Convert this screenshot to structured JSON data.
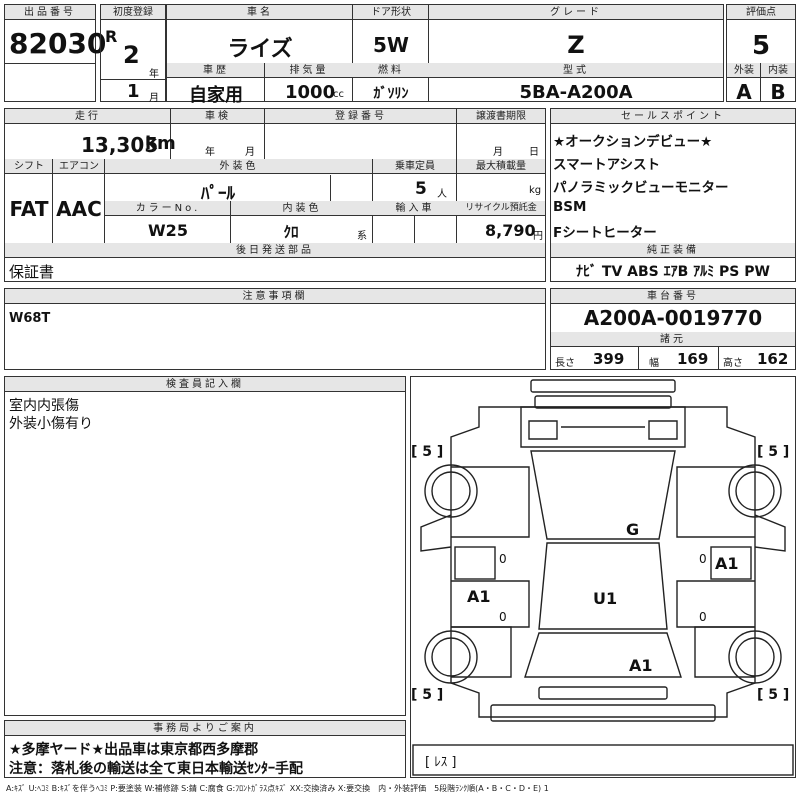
{
  "lot": {
    "label": "出品番号",
    "value": "82030"
  },
  "first_reg": {
    "label": "初度登録",
    "era": "R",
    "year": "2",
    "year_unit": "年",
    "month": "1",
    "month_unit": "月"
  },
  "car_name": {
    "label": "車名",
    "value": "ライズ"
  },
  "door": {
    "label": "ドア形状",
    "value": "5W"
  },
  "grade": {
    "label": "グレード",
    "value": "Z"
  },
  "score": {
    "label": "評価点",
    "value": "5"
  },
  "history": {
    "label": "車歴",
    "value": "自家用"
  },
  "displacement": {
    "label": "排気量",
    "value": "1000",
    "unit": "cc"
  },
  "fuel": {
    "label": "燃料",
    "value": "ｶﾞｿﾘﾝ"
  },
  "model": {
    "label": "型式",
    "value": "5BA-A200A"
  },
  "exterior_score": {
    "label": "外装",
    "value": "A"
  },
  "interior_score": {
    "label": "内装",
    "value": "B"
  },
  "mileage": {
    "label": "走行",
    "value": "13,305",
    "unit": "km"
  },
  "inspection": {
    "label": "車検",
    "year_unit": "年",
    "month_unit": "月"
  },
  "reg_no": {
    "label": "登録番号"
  },
  "transfer": {
    "label": "譲渡書期限",
    "month_unit": "月",
    "day_unit": "日"
  },
  "shift": {
    "label": "シフト",
    "value": "FAT"
  },
  "aircon": {
    "label": "エアコン",
    "value": "AAC"
  },
  "ext_color": {
    "label": "外装色",
    "value": "ﾊﾟｰﾙ"
  },
  "capacity": {
    "label": "乗車定員",
    "value": "5",
    "unit": "人"
  },
  "max_load": {
    "label": "最大積載量",
    "unit": "kg"
  },
  "color_no": {
    "label": "カラーNo.",
    "value": "W25"
  },
  "int_color": {
    "label": "内装色",
    "value": "ｸﾛ",
    "unit": "系"
  },
  "import": {
    "label": "輸入車"
  },
  "recycle": {
    "label": "リサイクル預託金",
    "value": "8,790",
    "unit": "円"
  },
  "sales_points": {
    "label": "セールスポイント",
    "items": [
      "★オークションデビュー★",
      "スマートアシスト",
      "パノラミックビューモニター",
      "BSM",
      "Fシートヒーター"
    ]
  },
  "later_parts": {
    "label": "後日発送部品",
    "value": "保証書"
  },
  "equipment": {
    "label": "純正装備",
    "value": "ﾅﾋﾞ TV ABS ｴｱB ｱﾙﾐ PS PW"
  },
  "notes": {
    "label": "注意事項欄",
    "value": "W68T"
  },
  "chassis": {
    "label": "車台番号",
    "value": "A200A-0019770"
  },
  "specs": {
    "label": "諸元",
    "length_label": "長さ",
    "length": "399",
    "width_label": "幅",
    "width": "169",
    "height_label": "高さ",
    "height": "162"
  },
  "inspector": {
    "label": "検査員記入欄",
    "lines": [
      "室内内張傷",
      "外装小傷有り"
    ]
  },
  "office": {
    "label": "事務局よりご案内",
    "lines": [
      "★多摩ヤード★出品車は東京都西多摩郡",
      "注意：落札後の輸送は全て東日本輸送ｾﾝﾀｰ手配"
    ]
  },
  "diagram": {
    "tire_fl": "[ 5 ]",
    "tire_fr": "[ 5 ]",
    "tire_rl": "[ 5 ]",
    "tire_rr": "[ 5 ]",
    "hood": "G",
    "front_right_fender": "A1",
    "front_left_door": "A1",
    "roof": "U1",
    "rear_right": "A1",
    "mark_zero_left": "0",
    "mark_zero_right": "0",
    "mark_zero_left2": "0",
    "mark_zero_right2": "0",
    "spare": "[ ﾚｽ ]"
  },
  "legend": "A:ｷｽﾞ U:ﾍｺﾐ B:ｷｽﾞを伴うﾍｺﾐ P:要塗装 W:補修跡 S:錆 C:腐食 G:ﾌﾛﾝﾄｶﾞﾗｽ点ｷｽﾞ XX:交換済み X:要交換　内・外装評価　5段階ﾗﾝｸ順(A・B・C・D・E) 1"
}
